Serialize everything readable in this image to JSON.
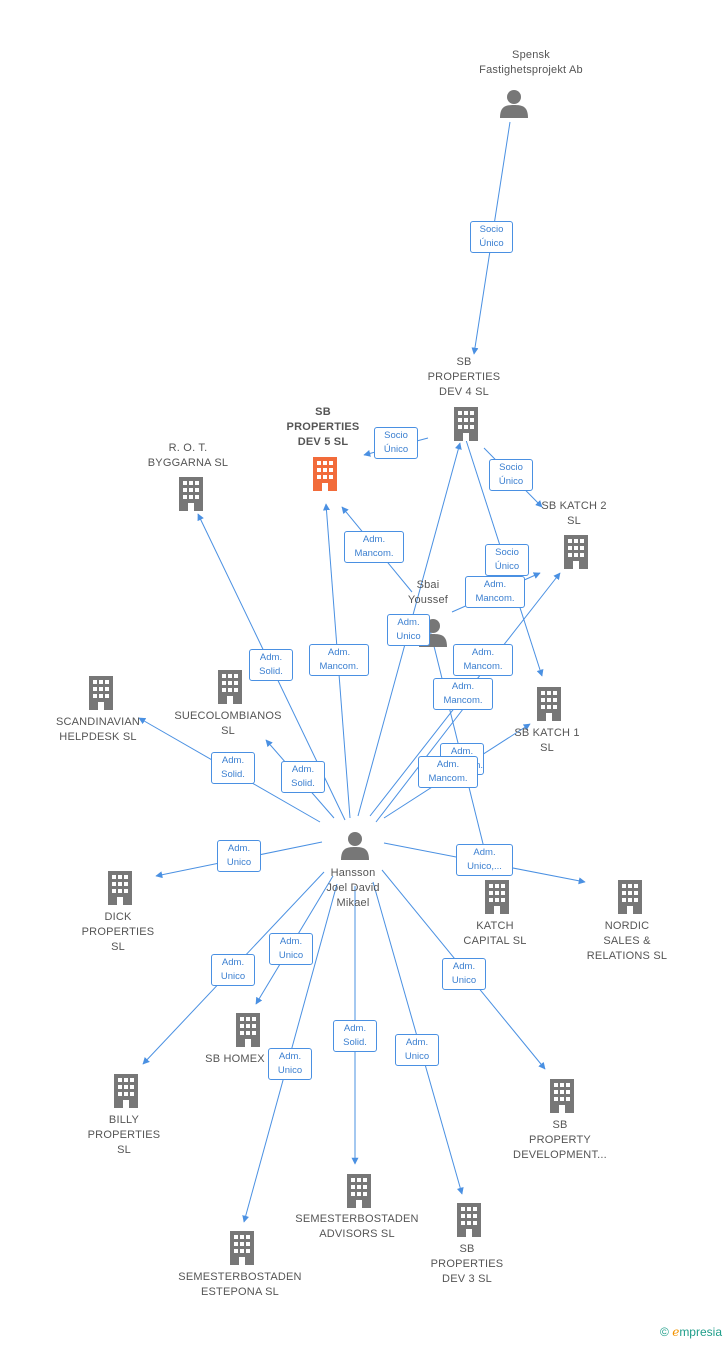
{
  "nodes": {
    "spensk": "Spensk\nFastighetsprojekt Ab",
    "sbdev4": "SB\nPROPERTIES\nDEV 4  SL",
    "sbdev5": "SB\nPROPERTIES\nDEV 5  SL",
    "rot": "R. O. T.\nBYGGARNA  SL",
    "katch2": "SB KATCH 2\nSL",
    "sbai": "Sbai\nYoussef",
    "scand": "SCANDINAVIAN\nHELPDESK  SL",
    "suecol": "SUECOLOMBIANOS\nSL",
    "katch1": "SB KATCH 1\nSL",
    "hansson": "Hansson\nJoel David\nMikael",
    "dick": "DICK\nPROPERTIES\nSL",
    "katchcap": "KATCH\nCAPITAL  SL",
    "nordic": "NORDIC\nSALES &\nRELATIONS  SL",
    "homex": "SB HOMEX",
    "billy": "BILLY\nPROPERTIES\nSL",
    "sbpropdev": "SB\nPROPERTY\nDEVELOPMENT...",
    "semadv": "SEMESTERBOSTADEN\nADVISORS  SL",
    "sbdev3": "SB\nPROPERTIES\nDEV 3  SL",
    "semest": "SEMESTERBOSTADEN\nESTEPONA  SL"
  },
  "edges": {
    "e1": "Socio\nÚnico",
    "e2": "Socio\nÚnico",
    "e3": "Socio\nÚnico",
    "e4": "Adm.\nMancom.",
    "e5": "Socio\nÚnico",
    "e6": "Adm.\nMancom.",
    "e7": "Adm.\nUnico",
    "e8": "Adm.\nSolid.",
    "e9": "Adm.\nMancom.",
    "e10": "Adm.\nMancom.",
    "e11": "Adm.\nMancom.",
    "e12": "Adm.\nSolid.",
    "e13": "Adm.\nSolid.",
    "e14": "Adm.\nMancom.",
    "e15": "Adm.\nMancom.",
    "e16": "Adm.\nUnico",
    "e17": "Adm.\nUnico,...",
    "e18": "Adm.\nUnico",
    "e19": "Adm.\nUnico",
    "e20": "Adm.\nUnico",
    "e21": "Adm.\nUnico",
    "e22": "Adm.\nSolid.",
    "e23": "Adm.\nUnico"
  },
  "footer": {
    "copyright": "©",
    "brand_e": "e",
    "brand_rest": "mpresia"
  },
  "colors": {
    "edge": "#4a90e2",
    "node": "#777777",
    "highlight": "#f26b3a"
  }
}
